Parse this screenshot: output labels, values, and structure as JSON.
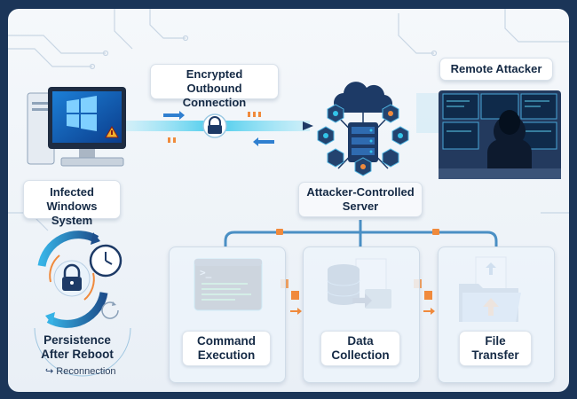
{
  "diagram": {
    "labels": {
      "infected": "Infected\nWindows System",
      "channel": "Encrypted Outbound\nConnection",
      "server": "Attacker-Controlled\nServer",
      "attacker": "Remote Attacker",
      "persistence": "Persistence\nAfter Reboot",
      "reconnection": "Reconnection"
    },
    "capabilities": [
      {
        "label": "Command\nExecution"
      },
      {
        "label": "Data\nCollection"
      },
      {
        "label": "File\nTransfer"
      }
    ],
    "terminal_prompt": ">_",
    "colors": {
      "background": "#1b3558",
      "accent_cyan": "#33c4e8",
      "accent_orange": "#f08a3c",
      "navy": "#1d3a66"
    }
  }
}
